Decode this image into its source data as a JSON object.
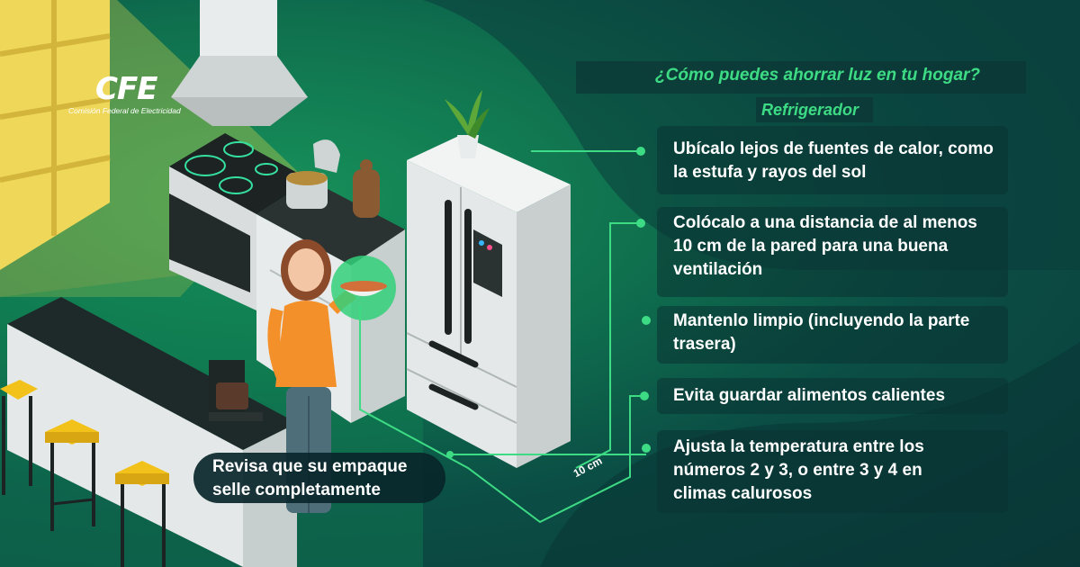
{
  "brand": {
    "logo_text": "CFE",
    "org_name": "Comisión Federal de Electricidad"
  },
  "header": {
    "title": "¿Cómo puedes ahorrar luz en tu hogar?",
    "subtitle": "Refrigerador"
  },
  "tips": [
    {
      "text": "Ubícalo lejos de fuentes de calor, como la estufa y rayos del sol"
    },
    {
      "text": "Colócalo a una distancia de al menos 10 cm de la pared para una buena ventilación"
    },
    {
      "text": "Mantenlo limpio (incluyendo la parte trasera)"
    },
    {
      "text": "Evita guardar alimentos calientes"
    },
    {
      "text": "Ajusta la temperatura entre los números 2 y 3, o entre 3 y 4 en climas calurosos"
    }
  ],
  "seal_tip": {
    "text": "Revisa que su empaque selle completamente"
  },
  "distance_label": "10 cm",
  "colors": {
    "accent": "#3ddc84",
    "text": "#ffffff",
    "background": "#0b4e45",
    "wall_light": "#e8d24a",
    "stool_seat": "#f2c21b"
  }
}
